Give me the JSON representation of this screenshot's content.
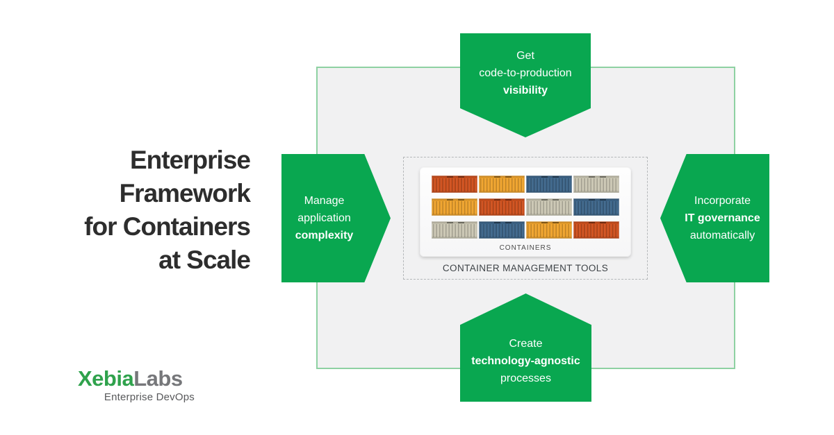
{
  "colors": {
    "arrow_green": "#09a750",
    "box_bg": "#f1f1f2",
    "box_border": "#8ed1a2",
    "dash_border": "#b4b7b9",
    "title_color": "#2d2d2d",
    "logo_green": "#2fa24c",
    "logo_gray": "#76777a",
    "tagline_gray": "#58595b",
    "tools_color": "#3e4347",
    "containers_label_color": "#4a4a4a",
    "container_red": "#d0521f",
    "container_amber": "#efa42e",
    "container_blue": "#3f678b",
    "container_beige": "#cbc7b4"
  },
  "title": {
    "lines": [
      "Enterprise",
      "Framework",
      "for Containers",
      "at Scale"
    ]
  },
  "logo": {
    "brand_green": "Xebia",
    "brand_gray": "Labs",
    "tagline": "Enterprise DevOps"
  },
  "arrows": {
    "top": {
      "line1": "Get",
      "line2": "code-to-production",
      "line3": "visibility"
    },
    "left": {
      "line1": "Manage",
      "line2": "application",
      "line3": "complexity"
    },
    "right": {
      "line1": "Incorporate",
      "line2": "IT governance",
      "line3": "automatically"
    },
    "bottom": {
      "line1": "Create",
      "line2": "technology-agnostic",
      "line3": "processes"
    }
  },
  "center": {
    "containers_label": "CONTAINERS",
    "tools_label": "CONTAINER MANAGEMENT TOOLS",
    "grid": [
      "red",
      "amber",
      "blue",
      "beige",
      "amber",
      "red",
      "beige",
      "blue",
      "beige",
      "blue",
      "amber",
      "red"
    ]
  }
}
